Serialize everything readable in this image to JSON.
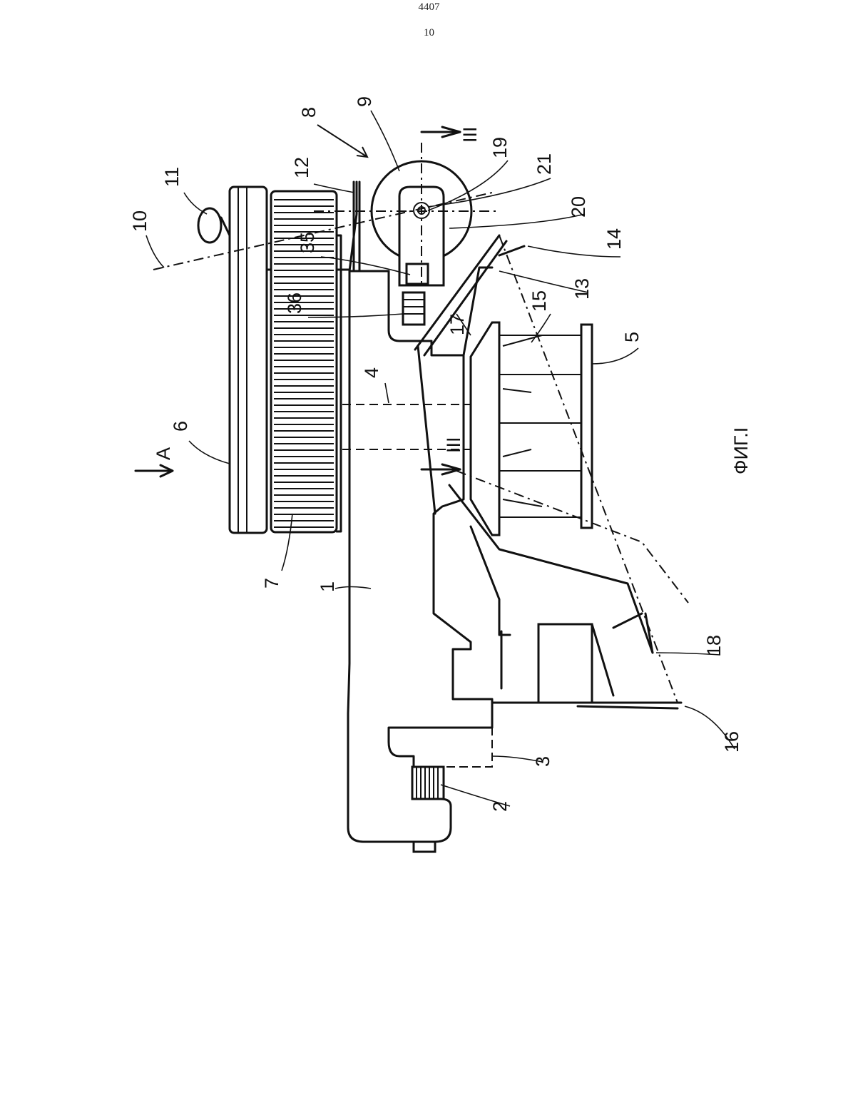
{
  "page": {
    "number": "4407",
    "sheet": "10"
  },
  "figure": {
    "caption": "ФИГ.I"
  },
  "section_marks": {
    "top": "III",
    "bottom": "III"
  },
  "view_arrow": "A",
  "labels": {
    "n1": "1",
    "n2": "2",
    "n3": "3",
    "n4": "4",
    "n5": "5",
    "n6": "6",
    "n7": "7",
    "n8": "8",
    "n9": "9",
    "n10": "10",
    "n11": "11",
    "n12": "12",
    "n13": "13",
    "n14": "14",
    "n15": "15",
    "n16": "16",
    "n17": "17",
    "n18": "18",
    "n19": "19",
    "n20": "20",
    "n21": "21",
    "n35": "35",
    "n36": "36"
  }
}
